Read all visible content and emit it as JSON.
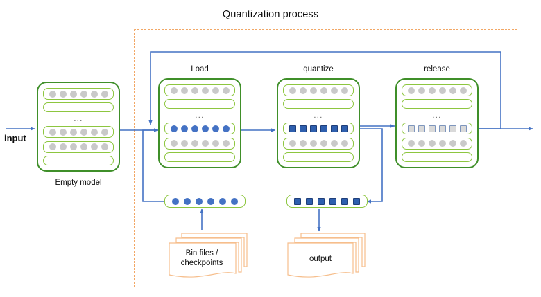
{
  "diagram": {
    "title": "Quantization process",
    "input_label": "input",
    "ellipsis": "...",
    "process_boundary_name": "quantization-process-boundary",
    "colors": {
      "model_border_green": "#3f8f29",
      "strip_border_green": "#8DC63F",
      "arrow_blue": "#4472C4",
      "dashed_orange": "#F2A765",
      "file_outline_orange": "#F6BE8C",
      "inactive_gray": "#C9C9C9",
      "released_gray": "#D9D9D9",
      "quantized_blue": "#2E5FAE"
    },
    "models": [
      {
        "label": "Empty model",
        "label_position": "below",
        "rows": [
          {
            "kind": "circles",
            "state": "gray",
            "count": 6
          },
          {
            "kind": "blank"
          },
          {
            "kind": "ellipsis"
          },
          {
            "kind": "circles",
            "state": "gray",
            "count": 6
          },
          {
            "kind": "circles",
            "state": "gray",
            "count": 6
          },
          {
            "kind": "blank"
          }
        ]
      },
      {
        "label": "Load",
        "label_position": "above",
        "rows": [
          {
            "kind": "circles",
            "state": "gray",
            "count": 6
          },
          {
            "kind": "blank"
          },
          {
            "kind": "ellipsis"
          },
          {
            "kind": "circles",
            "state": "blue",
            "count": 6
          },
          {
            "kind": "circles",
            "state": "gray",
            "count": 6
          },
          {
            "kind": "blank"
          }
        ]
      },
      {
        "label": "quantize",
        "label_position": "above",
        "rows": [
          {
            "kind": "circles",
            "state": "gray",
            "count": 6
          },
          {
            "kind": "blank"
          },
          {
            "kind": "ellipsis"
          },
          {
            "kind": "squares",
            "state": "blue",
            "count": 6
          },
          {
            "kind": "circles",
            "state": "gray",
            "count": 6
          },
          {
            "kind": "blank"
          }
        ]
      },
      {
        "label": "release",
        "label_position": "above",
        "rows": [
          {
            "kind": "circles",
            "state": "gray",
            "count": 6
          },
          {
            "kind": "blank"
          },
          {
            "kind": "ellipsis"
          },
          {
            "kind": "squares",
            "state": "released",
            "count": 6
          },
          {
            "kind": "circles",
            "state": "gray",
            "count": 6
          },
          {
            "kind": "blank"
          }
        ]
      }
    ],
    "buffers": [
      {
        "name": "loaded-weights-buffer",
        "kind": "circles",
        "state": "blue",
        "count": 6
      },
      {
        "name": "quantized-weights-buffer",
        "kind": "squares",
        "state": "blue",
        "count": 6
      }
    ],
    "files": [
      {
        "name": "bin-files-stack",
        "label_line1": "Bin files /",
        "label_line2": "checkpoints",
        "sheets": 3
      },
      {
        "name": "output-files-stack",
        "label_line1": "output",
        "label_line2": "",
        "sheets": 3
      }
    ],
    "flows": [
      {
        "from": "input",
        "to": "Empty model"
      },
      {
        "from": "Empty model",
        "to": "Load"
      },
      {
        "from": "Bin files / checkpoints",
        "to": "loaded-weights-buffer"
      },
      {
        "from": "loaded-weights-buffer",
        "to": "Load"
      },
      {
        "from": "Load",
        "to": "quantize"
      },
      {
        "from": "quantize",
        "to": "quantized-weights-buffer"
      },
      {
        "from": "quantized-weights-buffer",
        "to": "output"
      },
      {
        "from": "quantize",
        "to": "release"
      },
      {
        "from": "release",
        "to": "Load",
        "type": "loop-back"
      },
      {
        "from": "release",
        "to": "output-arrow",
        "type": "exit"
      }
    ]
  }
}
